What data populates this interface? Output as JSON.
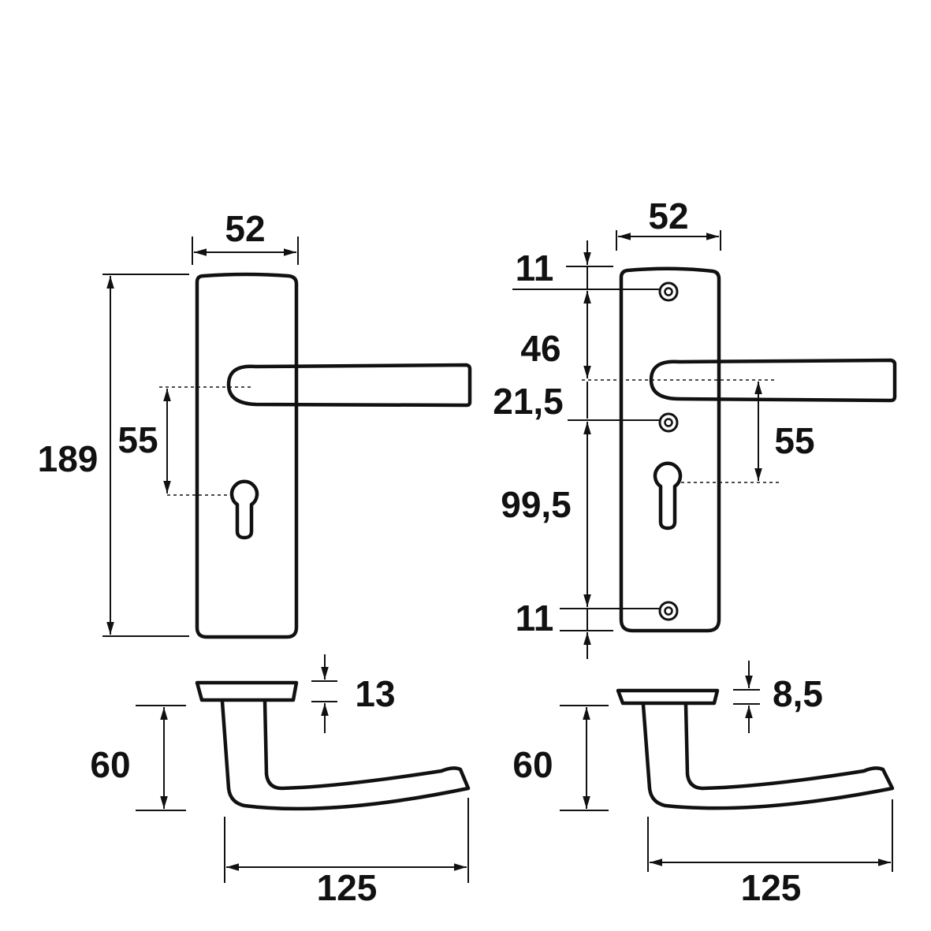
{
  "left_view": {
    "width_label": "52",
    "height_label": "189",
    "spacing_label": "55",
    "rose_thickness_label": "13",
    "lever_height_label": "60",
    "lever_length_label": "125"
  },
  "right_view": {
    "width_label": "52",
    "top_screw_label": "11",
    "upper_gap_label": "46",
    "mid_gap_label": "21,5",
    "lower_gap_label": "99,5",
    "bottom_screw_label": "11",
    "spacing_label": "55",
    "rose_thickness_label": "8,5",
    "lever_height_label": "60",
    "lever_length_label": "125"
  }
}
